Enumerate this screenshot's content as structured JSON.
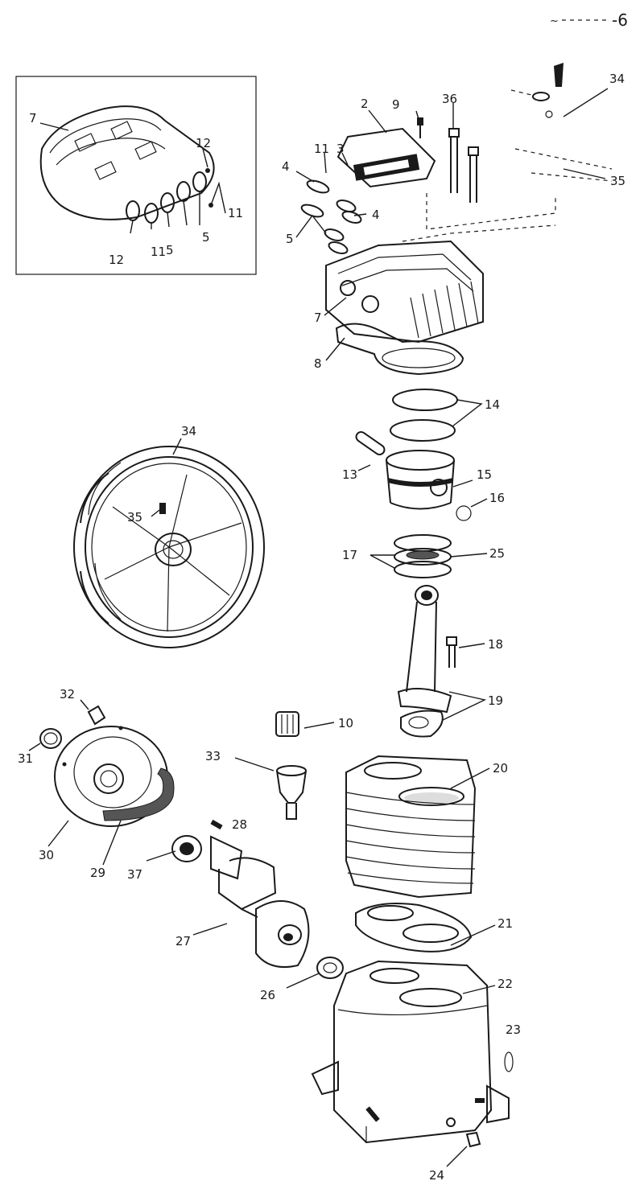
{
  "figure_id": "-6",
  "labels": {
    "inset": {
      "l7": "7",
      "l12a": "12",
      "l11": "11",
      "l5a": "5",
      "l5b": "5",
      "l11b": "11",
      "l12b": "12"
    },
    "head": {
      "l2": "2",
      "l9": "9",
      "l36": "36",
      "l34": "34",
      "l35": "35",
      "l4a": "4",
      "l11": "11",
      "l3": "3",
      "l4b": "4",
      "l5": "5",
      "l7": "7",
      "l8": "8"
    },
    "piston": {
      "l14": "14",
      "l13": "13",
      "l15": "15",
      "l16": "16",
      "l17": "17",
      "l25": "25",
      "l18": "18",
      "l19": "19"
    },
    "flywheel": {
      "l34": "34",
      "l35": "35"
    },
    "bearing": {
      "l32": "32",
      "l31": "31",
      "l30": "30",
      "l29": "29"
    },
    "crank": {
      "l10": "10",
      "l33": "33",
      "l28": "28",
      "l37": "37",
      "l27": "27",
      "l26": "26"
    },
    "cylinder": {
      "l20": "20",
      "l21": "21",
      "l22": "22",
      "l23": "23",
      "l24": "24"
    }
  }
}
